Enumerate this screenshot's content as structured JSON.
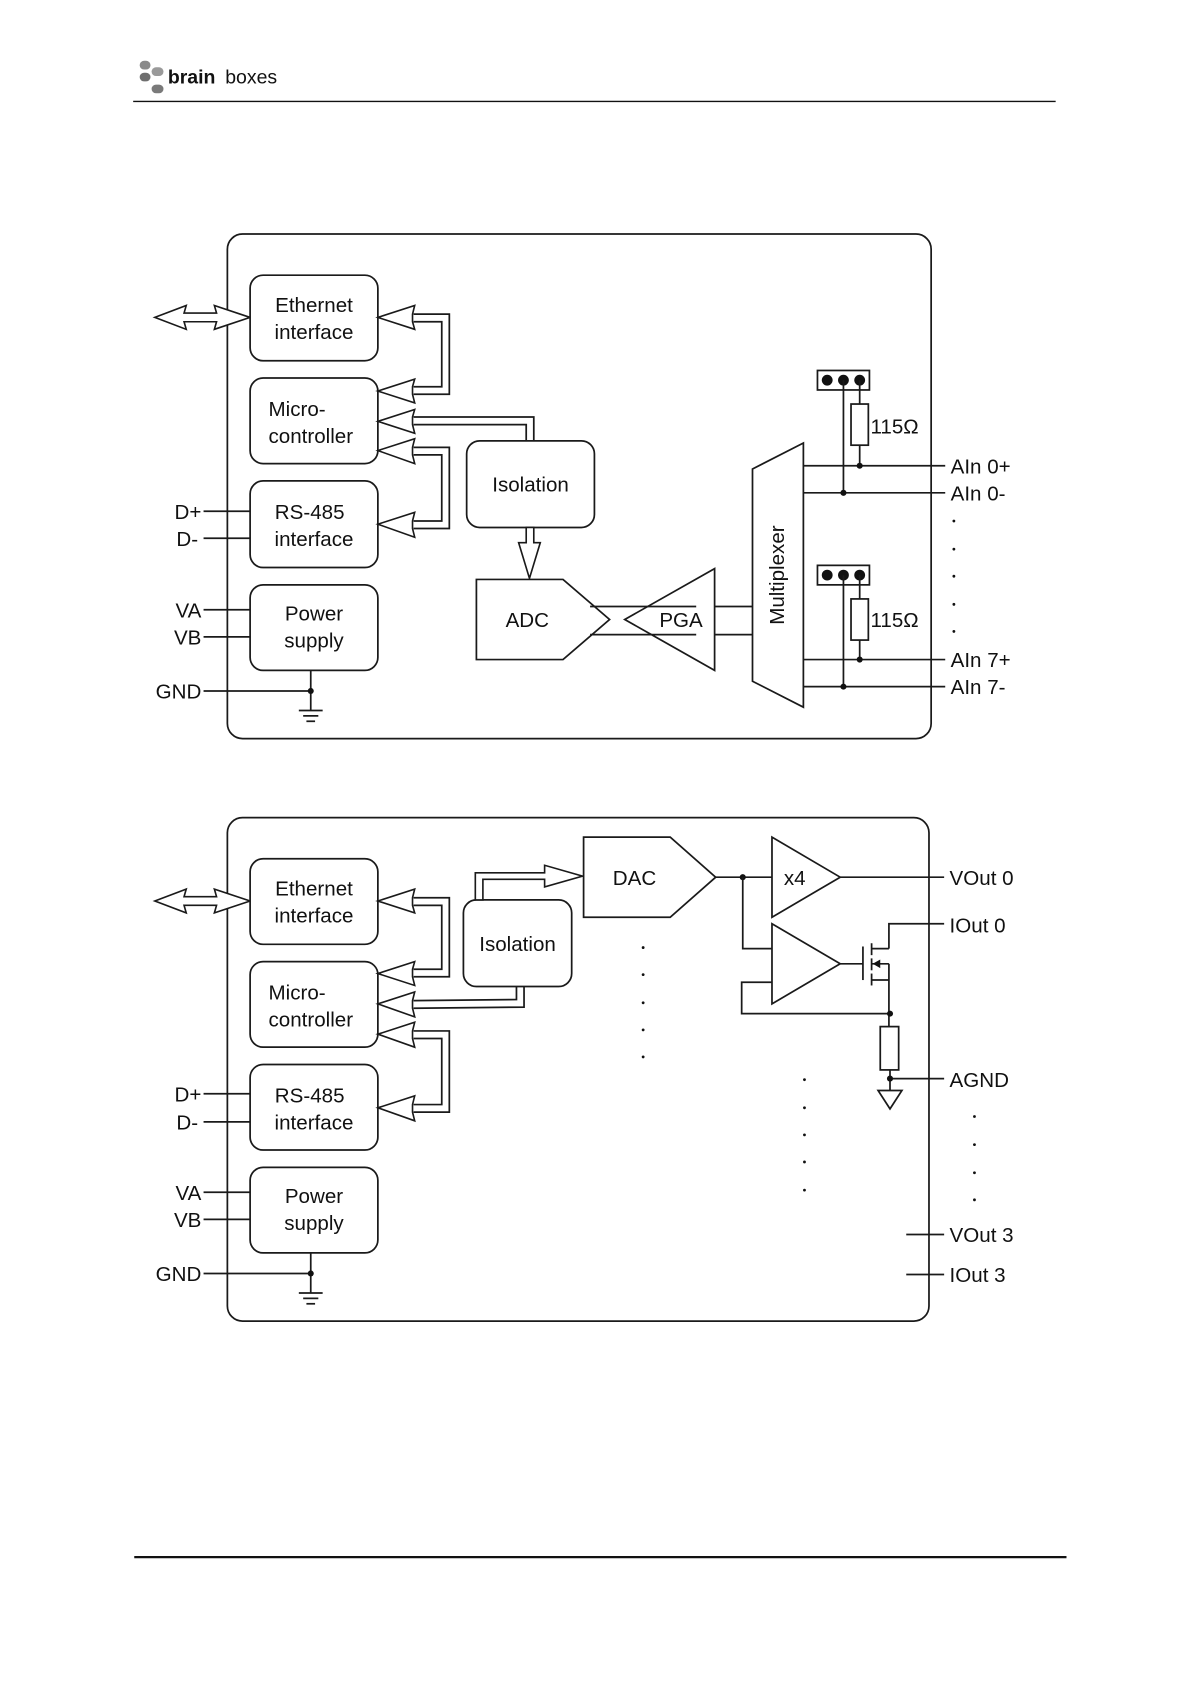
{
  "header": {
    "logo_bold": "brain",
    "logo_light": "boxes"
  },
  "diagram1": {
    "blocks": {
      "ethernet": [
        "Ethernet",
        "interface"
      ],
      "micro": [
        "Micro-",
        "controller"
      ],
      "rs485": [
        "RS-485",
        "interface"
      ],
      "power": [
        "Power",
        "supply"
      ],
      "isolation": "Isolation",
      "adc": "ADC",
      "pga": "PGA",
      "mux": "Multiplexer"
    },
    "left_pins": [
      "D+",
      "D-",
      "VA",
      "VB",
      "GND"
    ],
    "resistor_label": "115Ω",
    "right_pins": [
      "AIn 0+",
      "AIn 0-",
      "AIn 7+",
      "AIn 7-"
    ]
  },
  "diagram2": {
    "blocks": {
      "ethernet": [
        "Ethernet",
        "interface"
      ],
      "micro": [
        "Micro-",
        "controller"
      ],
      "rs485": [
        "RS-485",
        "interface"
      ],
      "power": [
        "Power",
        "supply"
      ],
      "isolation": "Isolation",
      "dac": "DAC",
      "gain": "x4"
    },
    "left_pins": [
      "D+",
      "D-",
      "VA",
      "VB",
      "GND"
    ],
    "right_pins": [
      "VOut 0",
      "IOut 0",
      "AGND",
      "VOut 3",
      "IOut 3"
    ]
  }
}
